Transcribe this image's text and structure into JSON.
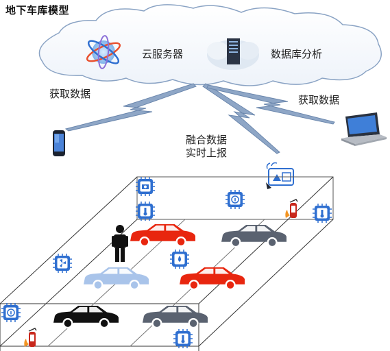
{
  "title": "地下车库模型",
  "cloud": {
    "server_label": "云服务器",
    "db_label": "数据库分析",
    "server_icon": "cloud-server-icon",
    "db_icon": "database-server-icon"
  },
  "links": {
    "phone_link_label": "获取数据",
    "laptop_link_label": "获取数据",
    "gateway_link_label_1": "融合数据",
    "gateway_link_label_2": "实时上报"
  },
  "devices": [
    "smartphone-icon",
    "laptop-icon",
    "gateway-icon"
  ],
  "garage": {
    "colors": {
      "red_car": "#e8260f",
      "gray_car": "#5a6270",
      "blue_car": "#a9c4ea",
      "black_car": "#111111",
      "sensor": "#2f6fd0",
      "lightning": "#7a95b8"
    },
    "sensors": [
      "camera-sensor-icon",
      "temperature-sensor-icon",
      "info-sensor-icon",
      "fan-sensor-icon",
      "water-sensor-icon",
      "fire-extinguisher-icon"
    ]
  }
}
